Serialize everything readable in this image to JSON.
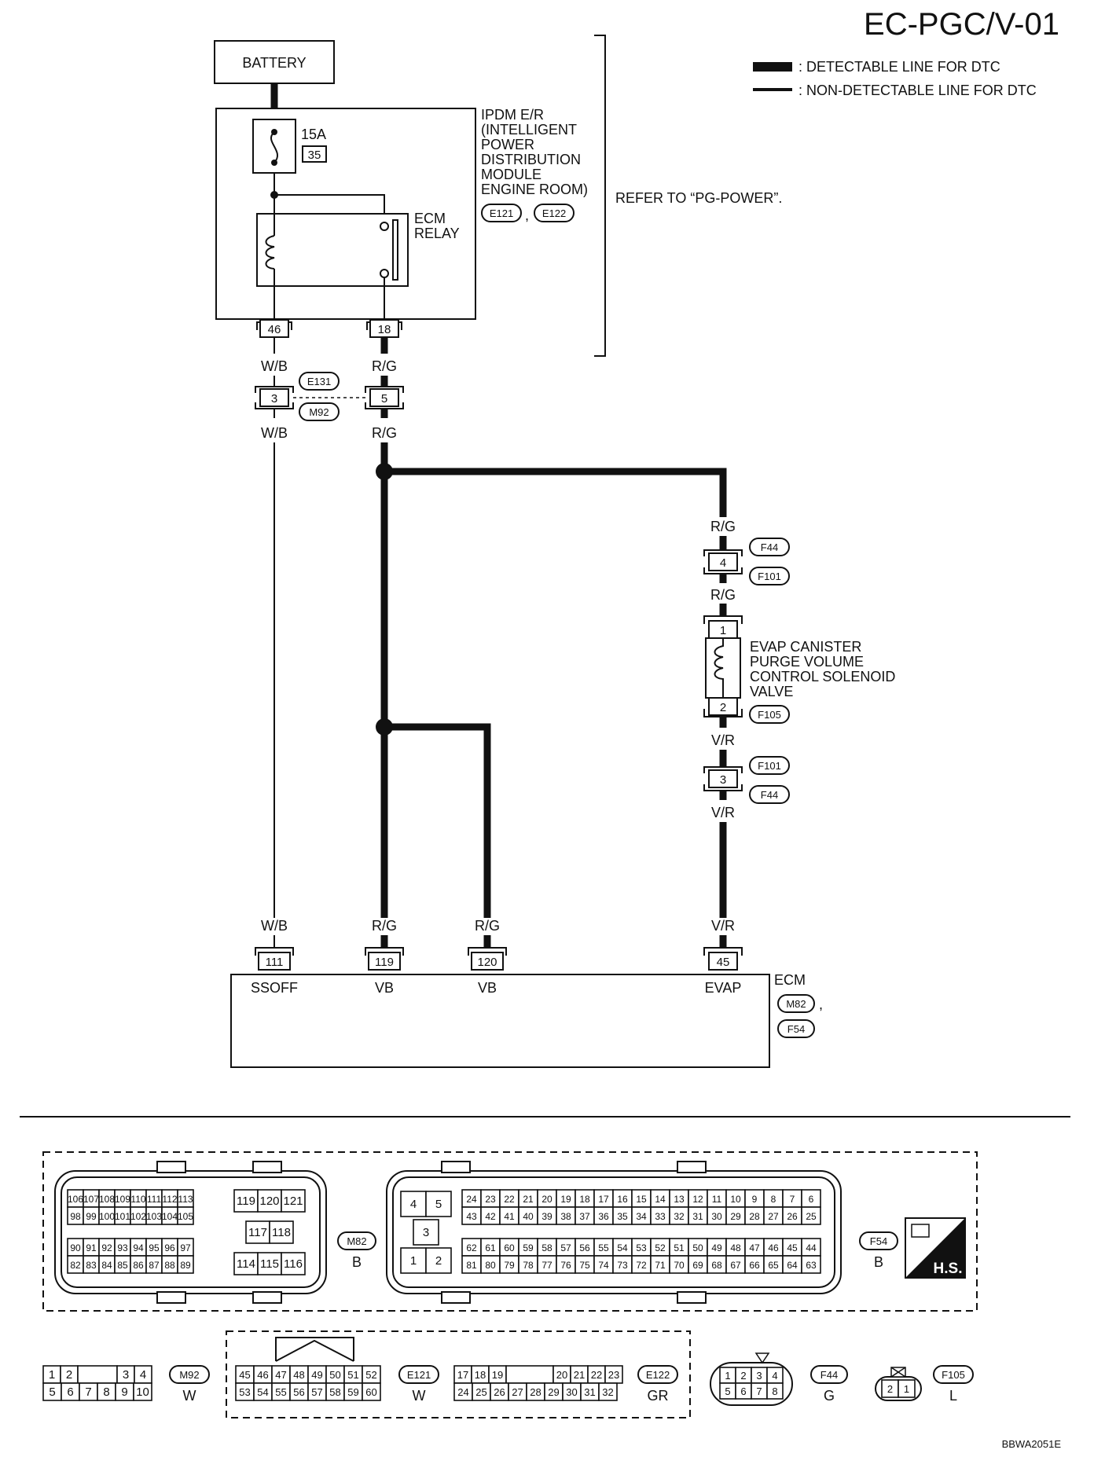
{
  "title": "EC-PGC/V-01",
  "legend": {
    "detectable": ": DETECTABLE LINE FOR DTC",
    "non_detectable": ": NON-DETECTABLE LINE FOR DTC"
  },
  "battery": "BATTERY",
  "fuse": {
    "rating": "15A",
    "number": "35"
  },
  "ipdm": {
    "lines": [
      "IPDM E/R",
      "(INTELLIGENT",
      "POWER",
      "DISTRIBUTION",
      "MODULE",
      "ENGINE ROOM)"
    ],
    "conn_a": "E121",
    "conn_b": "E122",
    "sep": ","
  },
  "ecm_relay": [
    "ECM",
    "RELAY"
  ],
  "refer": "REFER TO “PG-POWER”.",
  "terminals": {
    "t46": "46",
    "t18": "18",
    "t3": "3",
    "t5": "5",
    "t4": "4",
    "t1": "1",
    "t2": "2",
    "t3b": "3",
    "t111": "111",
    "t119": "119",
    "t120": "120",
    "t45": "45"
  },
  "wires": {
    "wb": "W/B",
    "rg": "R/G",
    "vr": "V/R"
  },
  "connectors": {
    "e131": "E131",
    "m92": "M92",
    "f44": "F44",
    "f101": "F101",
    "f105": "F105",
    "m82": "M82",
    "f54": "F54"
  },
  "solenoid": [
    "EVAP CANISTER",
    "PURGE VOLUME",
    "CONTROL SOLENOID",
    "VALVE"
  ],
  "ecm": {
    "name": "ECM",
    "sep": ",",
    "pins": {
      "ssoff": "SSOFF",
      "vb1": "VB",
      "vb2": "VB",
      "evap": "EVAP"
    }
  },
  "connector_faces": {
    "m82": {
      "row1": [
        "106",
        "107",
        "108",
        "109",
        "110",
        "111",
        "112",
        "113"
      ],
      "row2": [
        "98",
        "99",
        "100",
        "101",
        "102",
        "103",
        "104",
        "105"
      ],
      "row3": [
        "90",
        "91",
        "92",
        "93",
        "94",
        "95",
        "96",
        "97"
      ],
      "row4": [
        "82",
        "83",
        "84",
        "85",
        "86",
        "87",
        "88",
        "89"
      ],
      "mid1": [
        "119",
        "120",
        "121"
      ],
      "mid2": [
        "117",
        "118"
      ],
      "mid3": [
        "114",
        "115",
        "116"
      ],
      "code": "M82",
      "color": "B"
    },
    "f54": {
      "left": [
        "4",
        "5",
        "3",
        "1",
        "2"
      ],
      "row1": [
        "24",
        "23",
        "22",
        "21",
        "20",
        "19",
        "18",
        "17",
        "16",
        "15",
        "14",
        "13",
        "12",
        "11",
        "10",
        "9",
        "8",
        "7",
        "6"
      ],
      "row2": [
        "43",
        "42",
        "41",
        "40",
        "39",
        "38",
        "37",
        "36",
        "35",
        "34",
        "33",
        "32",
        "31",
        "30",
        "29",
        "28",
        "27",
        "26",
        "25"
      ],
      "row3": [
        "62",
        "61",
        "60",
        "59",
        "58",
        "57",
        "56",
        "55",
        "54",
        "53",
        "52",
        "51",
        "50",
        "49",
        "48",
        "47",
        "46",
        "45",
        "44"
      ],
      "row4": [
        "81",
        "80",
        "79",
        "78",
        "77",
        "76",
        "75",
        "74",
        "73",
        "72",
        "71",
        "70",
        "69",
        "68",
        "67",
        "66",
        "65",
        "64",
        "63"
      ],
      "code": "F54",
      "color": "B"
    },
    "hs": "H.S.",
    "m92": {
      "row1": [
        "1",
        "2",
        "3",
        "4"
      ],
      "row2": [
        "5",
        "6",
        "7",
        "8",
        "9",
        "10"
      ],
      "code": "M92",
      "color": "W"
    },
    "e121": {
      "row1": [
        "45",
        "46",
        "47",
        "48",
        "49",
        "50",
        "51",
        "52"
      ],
      "row2": [
        "53",
        "54",
        "55",
        "56",
        "57",
        "58",
        "59",
        "60"
      ],
      "code": "E121",
      "color": "W"
    },
    "e122": {
      "row1": [
        "17",
        "18",
        "19",
        "20",
        "21",
        "22",
        "23"
      ],
      "row2": [
        "24",
        "25",
        "26",
        "27",
        "28",
        "29",
        "30",
        "31",
        "32"
      ],
      "code": "E122",
      "color": "GR"
    },
    "f44": {
      "row1": [
        "1",
        "2",
        "3",
        "4"
      ],
      "row2": [
        "5",
        "6",
        "7",
        "8"
      ],
      "code": "F44",
      "color": "G"
    },
    "f105": {
      "pins": [
        "2",
        "1"
      ],
      "code": "F105",
      "color": "L"
    }
  },
  "footer_code": "BBWA2051E"
}
